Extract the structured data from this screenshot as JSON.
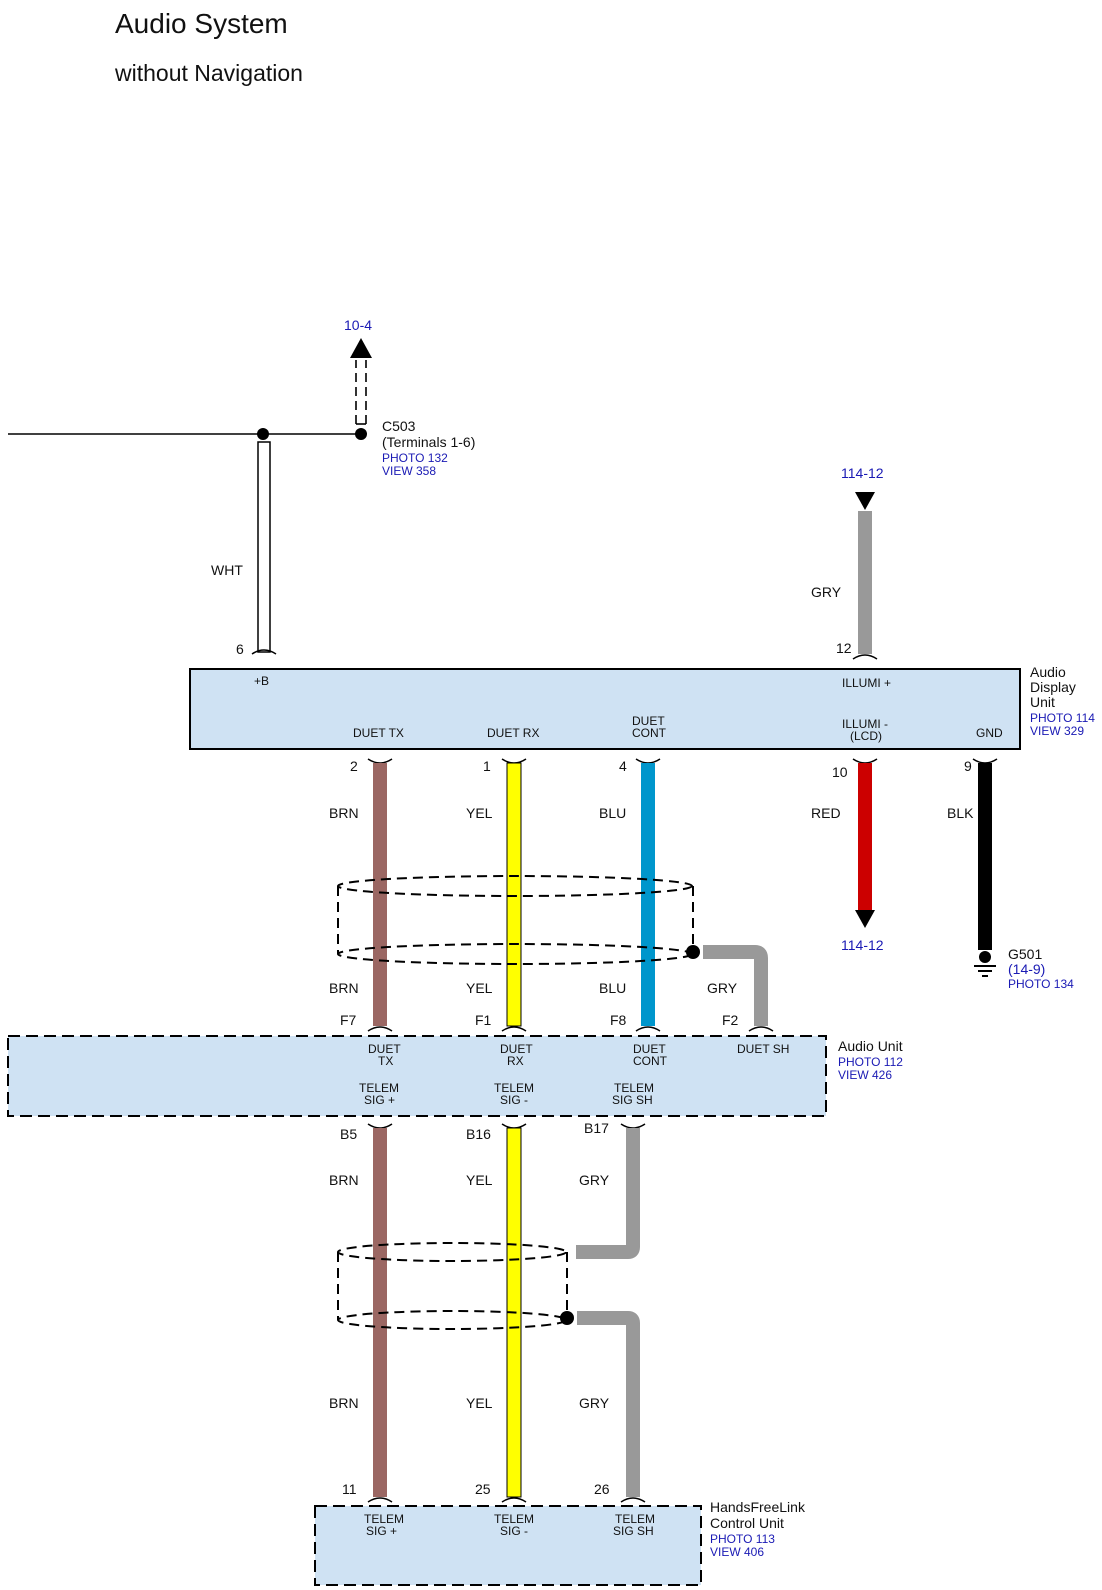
{
  "title": "Audio System",
  "subtitle": "without Navigation",
  "refs": {
    "top_arrow": "10-4",
    "illum_top": "114-12",
    "illum_bottom": "114-12"
  },
  "c503": {
    "name": "C503",
    "terminals": "(Terminals 1-6)",
    "photo": "PHOTO 132",
    "view": "VIEW 358"
  },
  "audio_display_unit": {
    "name_1": "Audio",
    "name_2": "Display",
    "name_3": "Unit",
    "photo": "PHOTO 114",
    "view": "VIEW 329",
    "pins": {
      "b": "+B",
      "illumi_plus": "ILLUMI +",
      "duet_tx": "DUET TX",
      "duet_rx": "DUET RX",
      "duet_cont_1": "DUET",
      "duet_cont_2": "CONT",
      "illumi_minus_1": "ILLUMI -",
      "illumi_minus_2": "(LCD)",
      "gnd": "GND"
    },
    "pin_numbers": {
      "b": "6",
      "illumi_plus": "12",
      "duet_tx": "2",
      "duet_rx": "1",
      "duet_cont": "4",
      "illumi_minus": "10",
      "gnd": "9"
    }
  },
  "g501": {
    "name": "G501",
    "ref": "(14-9)",
    "photo": "PHOTO 134"
  },
  "audio_unit": {
    "name": "Audio Unit",
    "photo": "PHOTO 112",
    "view": "VIEW 426",
    "pins_top": {
      "duet_tx_1": "DUET",
      "duet_tx_2": "TX",
      "duet_rx_1": "DUET",
      "duet_rx_2": "RX",
      "duet_cont_1": "DUET",
      "duet_cont_2": "CONT",
      "duet_sh": "DUET SH"
    },
    "pins_bottom": {
      "telem_sig_plus_1": "TELEM",
      "telem_sig_plus_2": "SIG +",
      "telem_sig_minus_1": "TELEM",
      "telem_sig_minus_2": "SIG -",
      "telem_sig_sh_1": "TELEM",
      "telem_sig_sh_2": "SIG SH"
    },
    "pin_numbers_top": {
      "f7": "F7",
      "f1": "F1",
      "f8": "F8",
      "f2": "F2"
    },
    "pin_numbers_bottom": {
      "b5": "B5",
      "b16": "B16",
      "b17": "B17"
    }
  },
  "handsfreelink": {
    "name_1": "HandsFreeLink",
    "name_2": "Control Unit",
    "photo": "PHOTO 113",
    "view": "VIEW 406",
    "pins": {
      "telem_sig_plus_1": "TELEM",
      "telem_sig_plus_2": "SIG +",
      "telem_sig_minus_1": "TELEM",
      "telem_sig_minus_2": "SIG -",
      "telem_sig_sh_1": "TELEM",
      "telem_sig_sh_2": "SIG SH"
    },
    "pin_numbers": {
      "p11": "11",
      "p25": "25",
      "p26": "26"
    }
  },
  "wire_labels": {
    "wht": "WHT",
    "gry_illum": "GRY",
    "brn_1": "BRN",
    "yel_1": "YEL",
    "blu_1": "BLU",
    "red": "RED",
    "blk": "BLK",
    "brn_2": "BRN",
    "yel_2": "YEL",
    "blu_2": "BLU",
    "gry_2": "GRY",
    "brn_3": "BRN",
    "yel_3": "YEL",
    "gry_3": "GRY",
    "brn_4": "BRN",
    "yel_4": "YEL",
    "gry_4": "GRY"
  },
  "colors": {
    "unit_fill": "#cfe2f3",
    "brn": "#9b6763",
    "yel": "#ffff00",
    "blu": "#0096cc",
    "red": "#cc0000",
    "blk": "#000000",
    "gry": "#999999",
    "ref_text": "#1a1ab4"
  }
}
